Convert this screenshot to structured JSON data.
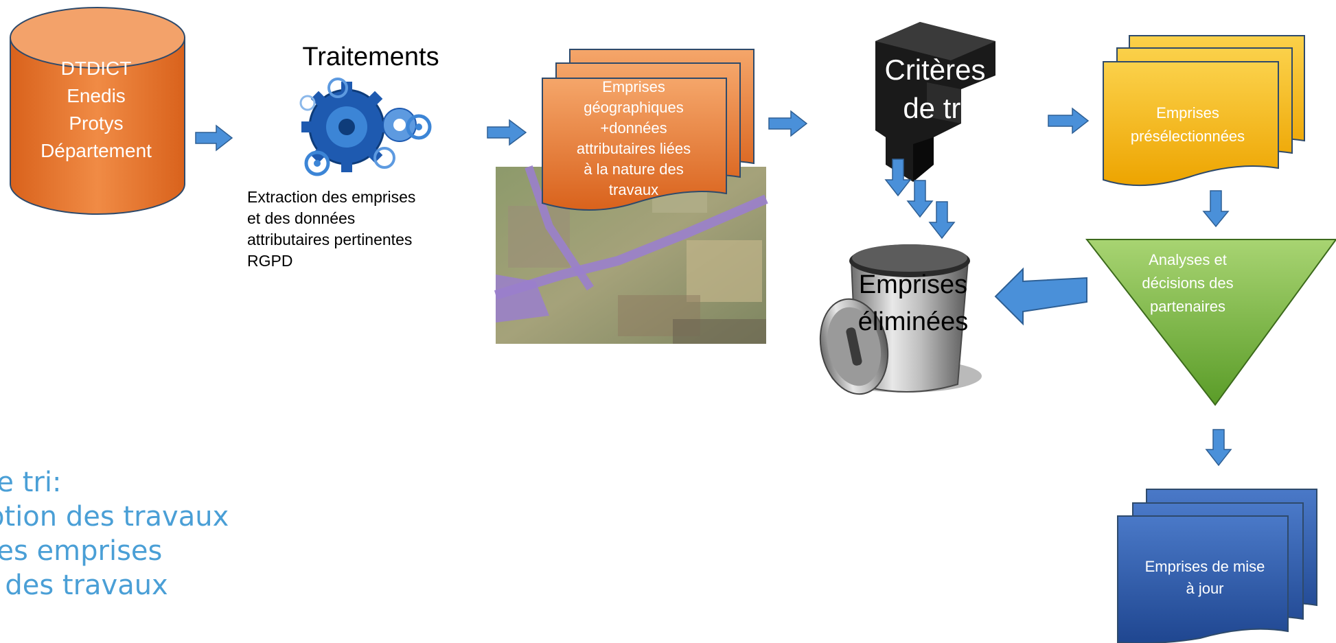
{
  "database": {
    "lines": [
      "DTDICT",
      "Enedis",
      "Protys",
      "Département"
    ],
    "color": "#e97a2a"
  },
  "traitements": {
    "title": "Traitements",
    "caption": [
      "Extraction des emprises",
      "et des données",
      "attributaires pertinentes",
      "RGPD"
    ]
  },
  "emprises_geo": {
    "lines": [
      "Emprises",
      "géographiques",
      "+données",
      "attributaires liées",
      "à la nature des",
      "travaux"
    ],
    "color": "#e97a2a"
  },
  "criteres": {
    "lines": [
      "Critères",
      "de tri"
    ]
  },
  "eliminees": {
    "lines": [
      "Emprises",
      "éliminées"
    ]
  },
  "preselection": {
    "lines": [
      "Emprises",
      "présélectionnées"
    ],
    "color": "#f2b705"
  },
  "analyses": {
    "lines": [
      "Analyses et",
      "décisions des",
      "partenaires"
    ],
    "color": "#7fb843"
  },
  "mise_a_jour": {
    "lines": [
      "Emprises de mise",
      "à jour"
    ],
    "color": "#2c5aa8"
  },
  "criteria_text": {
    "lines": [
      "de tri:",
      "iption des travaux",
      "des emprises",
      "e des travaux"
    ],
    "color": "#4a9fd6"
  },
  "arrow_color": "#4a90d9"
}
